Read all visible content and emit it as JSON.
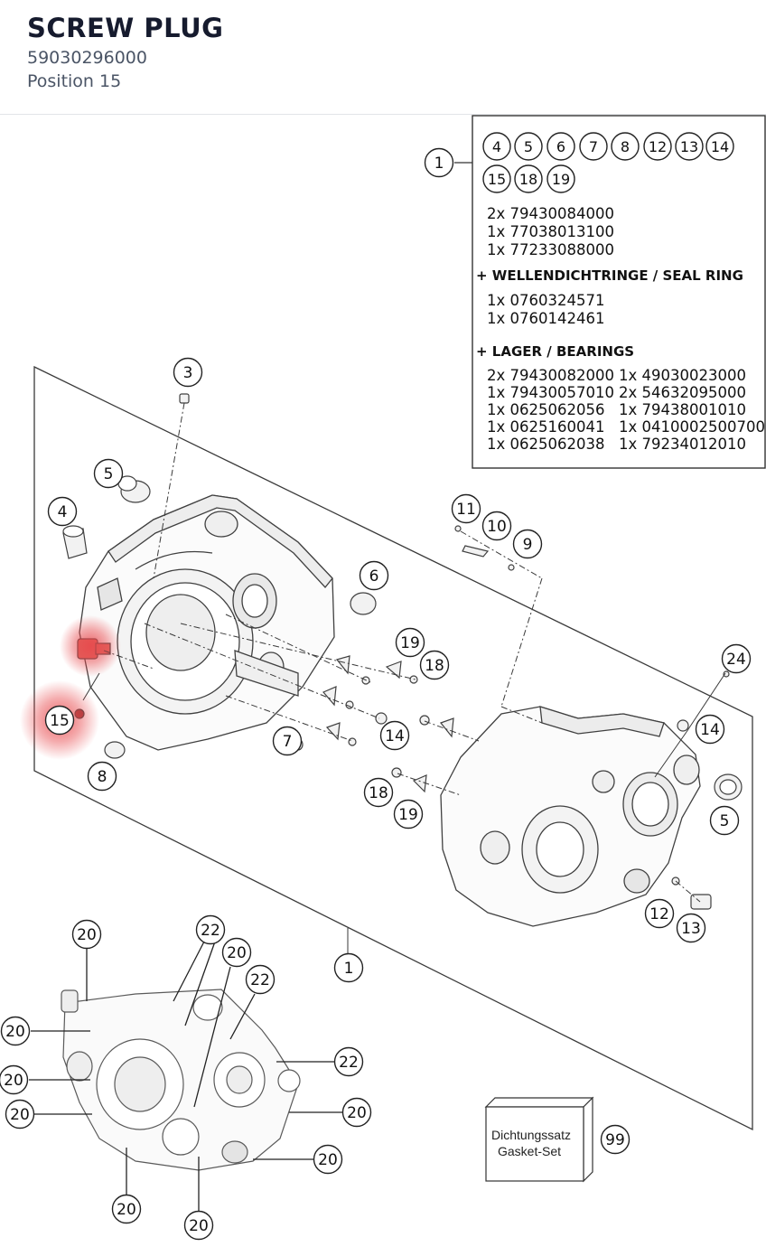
{
  "header": {
    "title": "SCREW PLUG",
    "part_number": "59030296000",
    "position": "Position 15"
  },
  "info_box": {
    "ref": "1",
    "circled_items": [
      "4",
      "5",
      "6",
      "7",
      "8",
      "12",
      "13",
      "14",
      "15",
      "18",
      "19"
    ],
    "parts": [
      "2x 79430084000",
      "1x 77038013100",
      "1x 77233088000"
    ],
    "seal_heading": "+ WELLENDICHTRINGE /  SEAL RING",
    "seal_parts": [
      "1x 0760324571",
      "1x 0760142461"
    ],
    "bearing_heading": "+ LAGER / BEARINGS",
    "bearings_left": [
      "2x 79430082000",
      "1x 79430057010",
      "1x 0625062056",
      "1x 0625160041",
      "1x 0625062038"
    ],
    "bearings_right": [
      "1x 49030023000",
      "2x 54632095000",
      "1x 79438001010",
      "1x 0410002500700",
      "1x 79234012010"
    ]
  },
  "gasket_box": {
    "line1": "Dichtungssatz",
    "line2": "Gasket-Set",
    "ref": "99"
  },
  "callouts": {
    "c3": "3",
    "c5a": "5",
    "c4": "4",
    "c6": "6",
    "c11": "11",
    "c10": "10",
    "c9": "9",
    "c19a": "19",
    "c18a": "18",
    "c24": "24",
    "c15": "15",
    "c7": "7",
    "c14a": "14",
    "c14b": "14",
    "c8": "8",
    "c18b": "18",
    "c19b": "19",
    "c5b": "5",
    "c12": "12",
    "c13": "13",
    "c1": "1",
    "g20a": "20",
    "g22a": "22",
    "g20b": "20",
    "g22b": "22",
    "g20c": "20",
    "g20d": "20",
    "g22c": "22",
    "g20e": "20",
    "g20f": "20",
    "g20g": "20",
    "g20h": "20",
    "g20i": "20"
  },
  "highlight_color": "#e8474b",
  "highlighted_item": "15"
}
